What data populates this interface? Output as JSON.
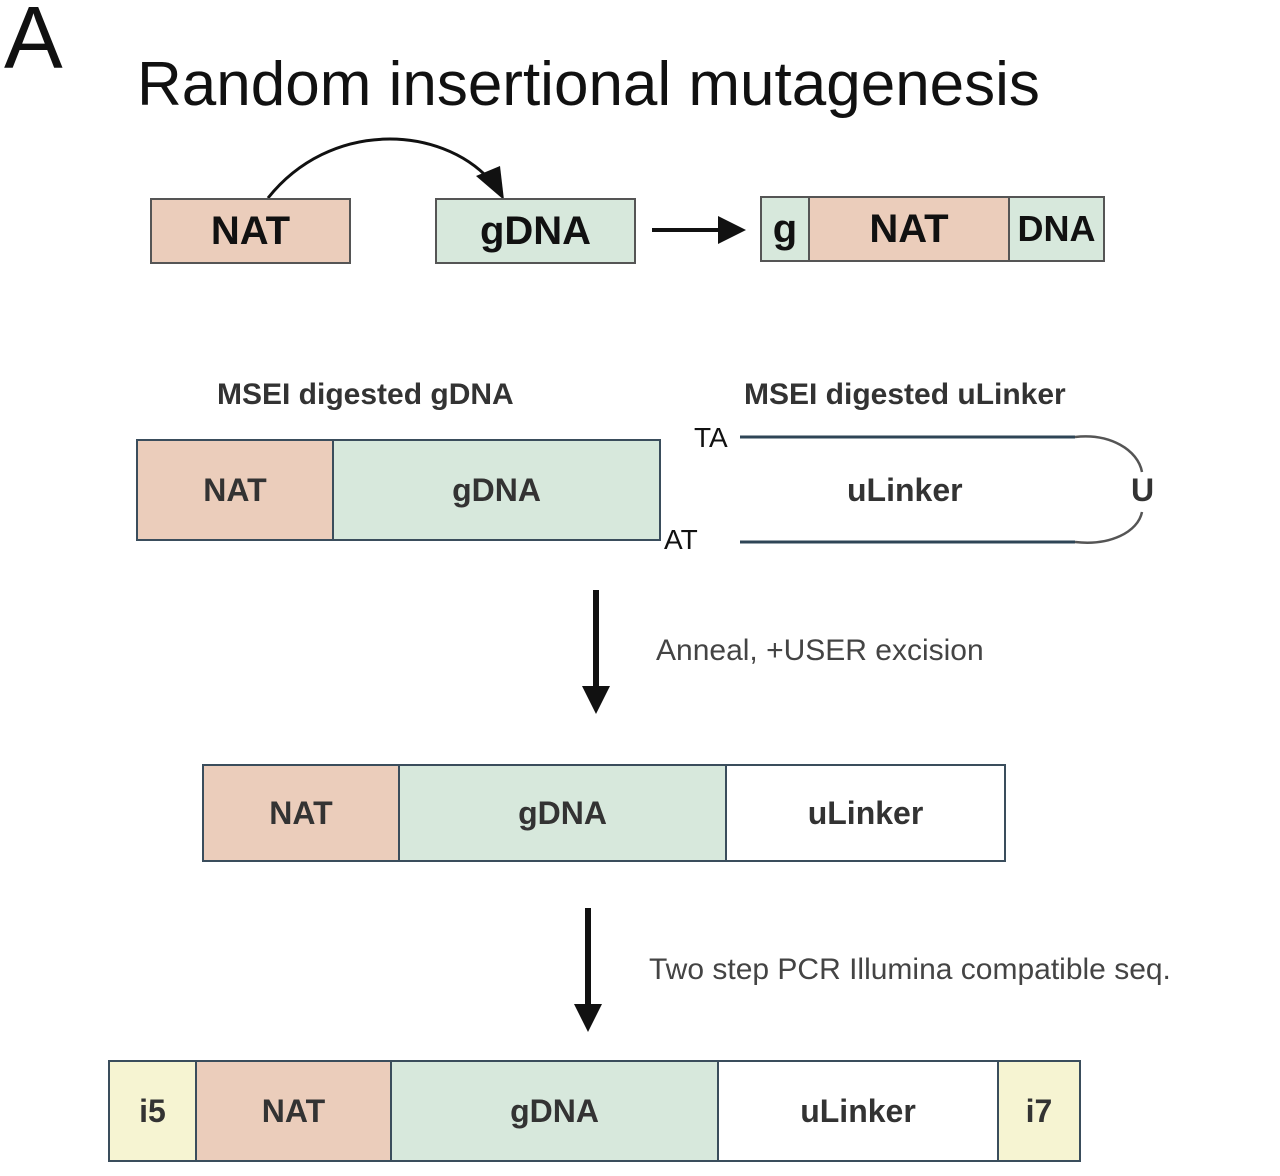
{
  "panel_letter": "A",
  "title": "Random insertional mutagenesis",
  "row1": {
    "nat": "NAT",
    "gdna": "gDNA",
    "result_left": "g",
    "result_mid": "NAT",
    "result_right": "DNA"
  },
  "row2": {
    "left_heading": "MSEI digested gDNA",
    "right_heading": "MSEI digested uLinker",
    "nat": "NAT",
    "gdna": "gDNA",
    "top_overhang": "TA",
    "bottom_overhang": "AT",
    "linker": "uLinker",
    "loop_base": "U"
  },
  "step1_label": "Anneal, +USER excision",
  "row3": {
    "nat": "NAT",
    "gdna": "gDNA",
    "linker": "uLinker"
  },
  "step2_label": "Two step PCR Illumina compatible seq.",
  "row4": {
    "i5": "i5",
    "nat": "NAT",
    "gdna": "gDNA",
    "linker": "uLinker",
    "i7": "i7"
  },
  "colors": {
    "nat": "#ebcdbb",
    "gdna": "#d7e8dc",
    "index": "#f6f4d2",
    "border": "#3a4d5c"
  }
}
